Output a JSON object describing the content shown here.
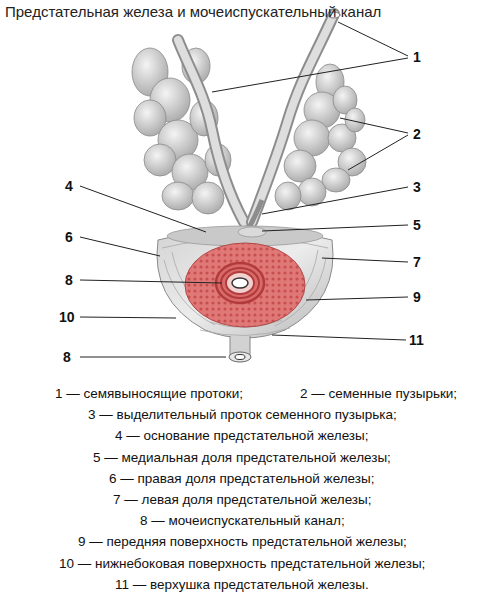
{
  "diagram": {
    "title": "Предстательная железа и мочеиспускательный канал",
    "labels": [
      "1",
      "2",
      "3",
      "4",
      "5",
      "6",
      "7",
      "8",
      "9",
      "10",
      "11",
      "8",
      "1 — семявыносящие протоки;",
      "2 — семенные пузырьки;",
      "3 — выделительный проток семенного пузырька;",
      "4 — основание предстательной железы;",
      "5 — медиальная доля предстательной железы;",
      "6 — правая доля предстательной железы;",
      "7 — левая доля предстательной железы;",
      "8 — мочеиспускательный канал;",
      "9 — передняя поверхность предстательной железы;",
      "10 — нижнебоковая поверхность предстательной железы;",
      "11 — верхушка предстательной железы."
    ]
  }
}
